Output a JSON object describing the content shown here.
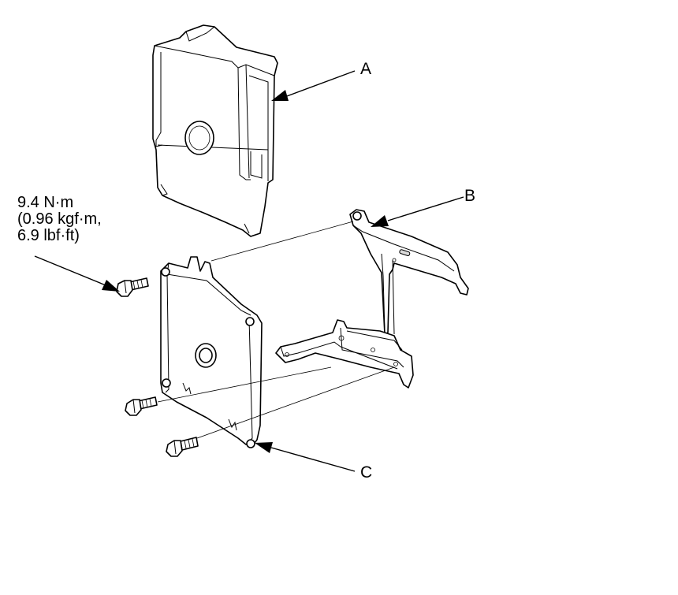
{
  "callouts": {
    "a": "A",
    "b": "B",
    "c": "C"
  },
  "torque_spec": {
    "line1": "9.4 N·m",
    "line2": "(0.96 kgf·m,",
    "line3": "6.9 lbf·ft)"
  }
}
